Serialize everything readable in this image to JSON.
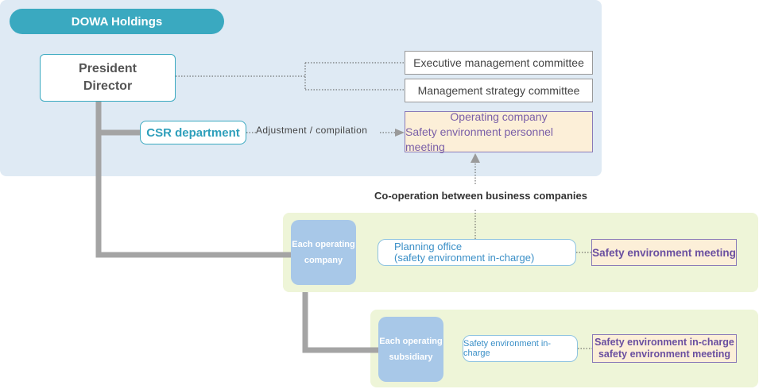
{
  "header": {
    "label": "DOWA Holdings"
  },
  "president": {
    "line1": "President",
    "line2": "Director"
  },
  "committees": [
    {
      "label": "Executive management committee"
    },
    {
      "label": "Management strategy committee"
    }
  ],
  "csr": {
    "label": "CSR department",
    "adjust_label": "Adjustment / compilation"
  },
  "operating_meeting": {
    "line1": "Operating company",
    "line2": "Safety environment personnel meeting"
  },
  "cooperation_label": "Co-operation between business companies",
  "company": {
    "unit_line1": "Each operating",
    "unit_line2": "company",
    "planning_line1": "Planning office",
    "planning_line2": "(safety environment in-charge)",
    "meeting_label": "Safety environment meeting"
  },
  "subsidiary": {
    "unit_line1": "Each operating",
    "unit_line2": "subsidiary",
    "incharge_label": "Safety environment in-charge",
    "meeting_line1": "Safety environment in-charge",
    "meeting_line2": "safety environment meeting"
  },
  "colors": {
    "teal": "#3aa9c0",
    "purple": "#8a7ab8",
    "blue_panel": "#dfeaf4",
    "green_panel": "#eef5d8",
    "cream": "#fcefd8",
    "connector_gray": "#a4a4a4"
  }
}
